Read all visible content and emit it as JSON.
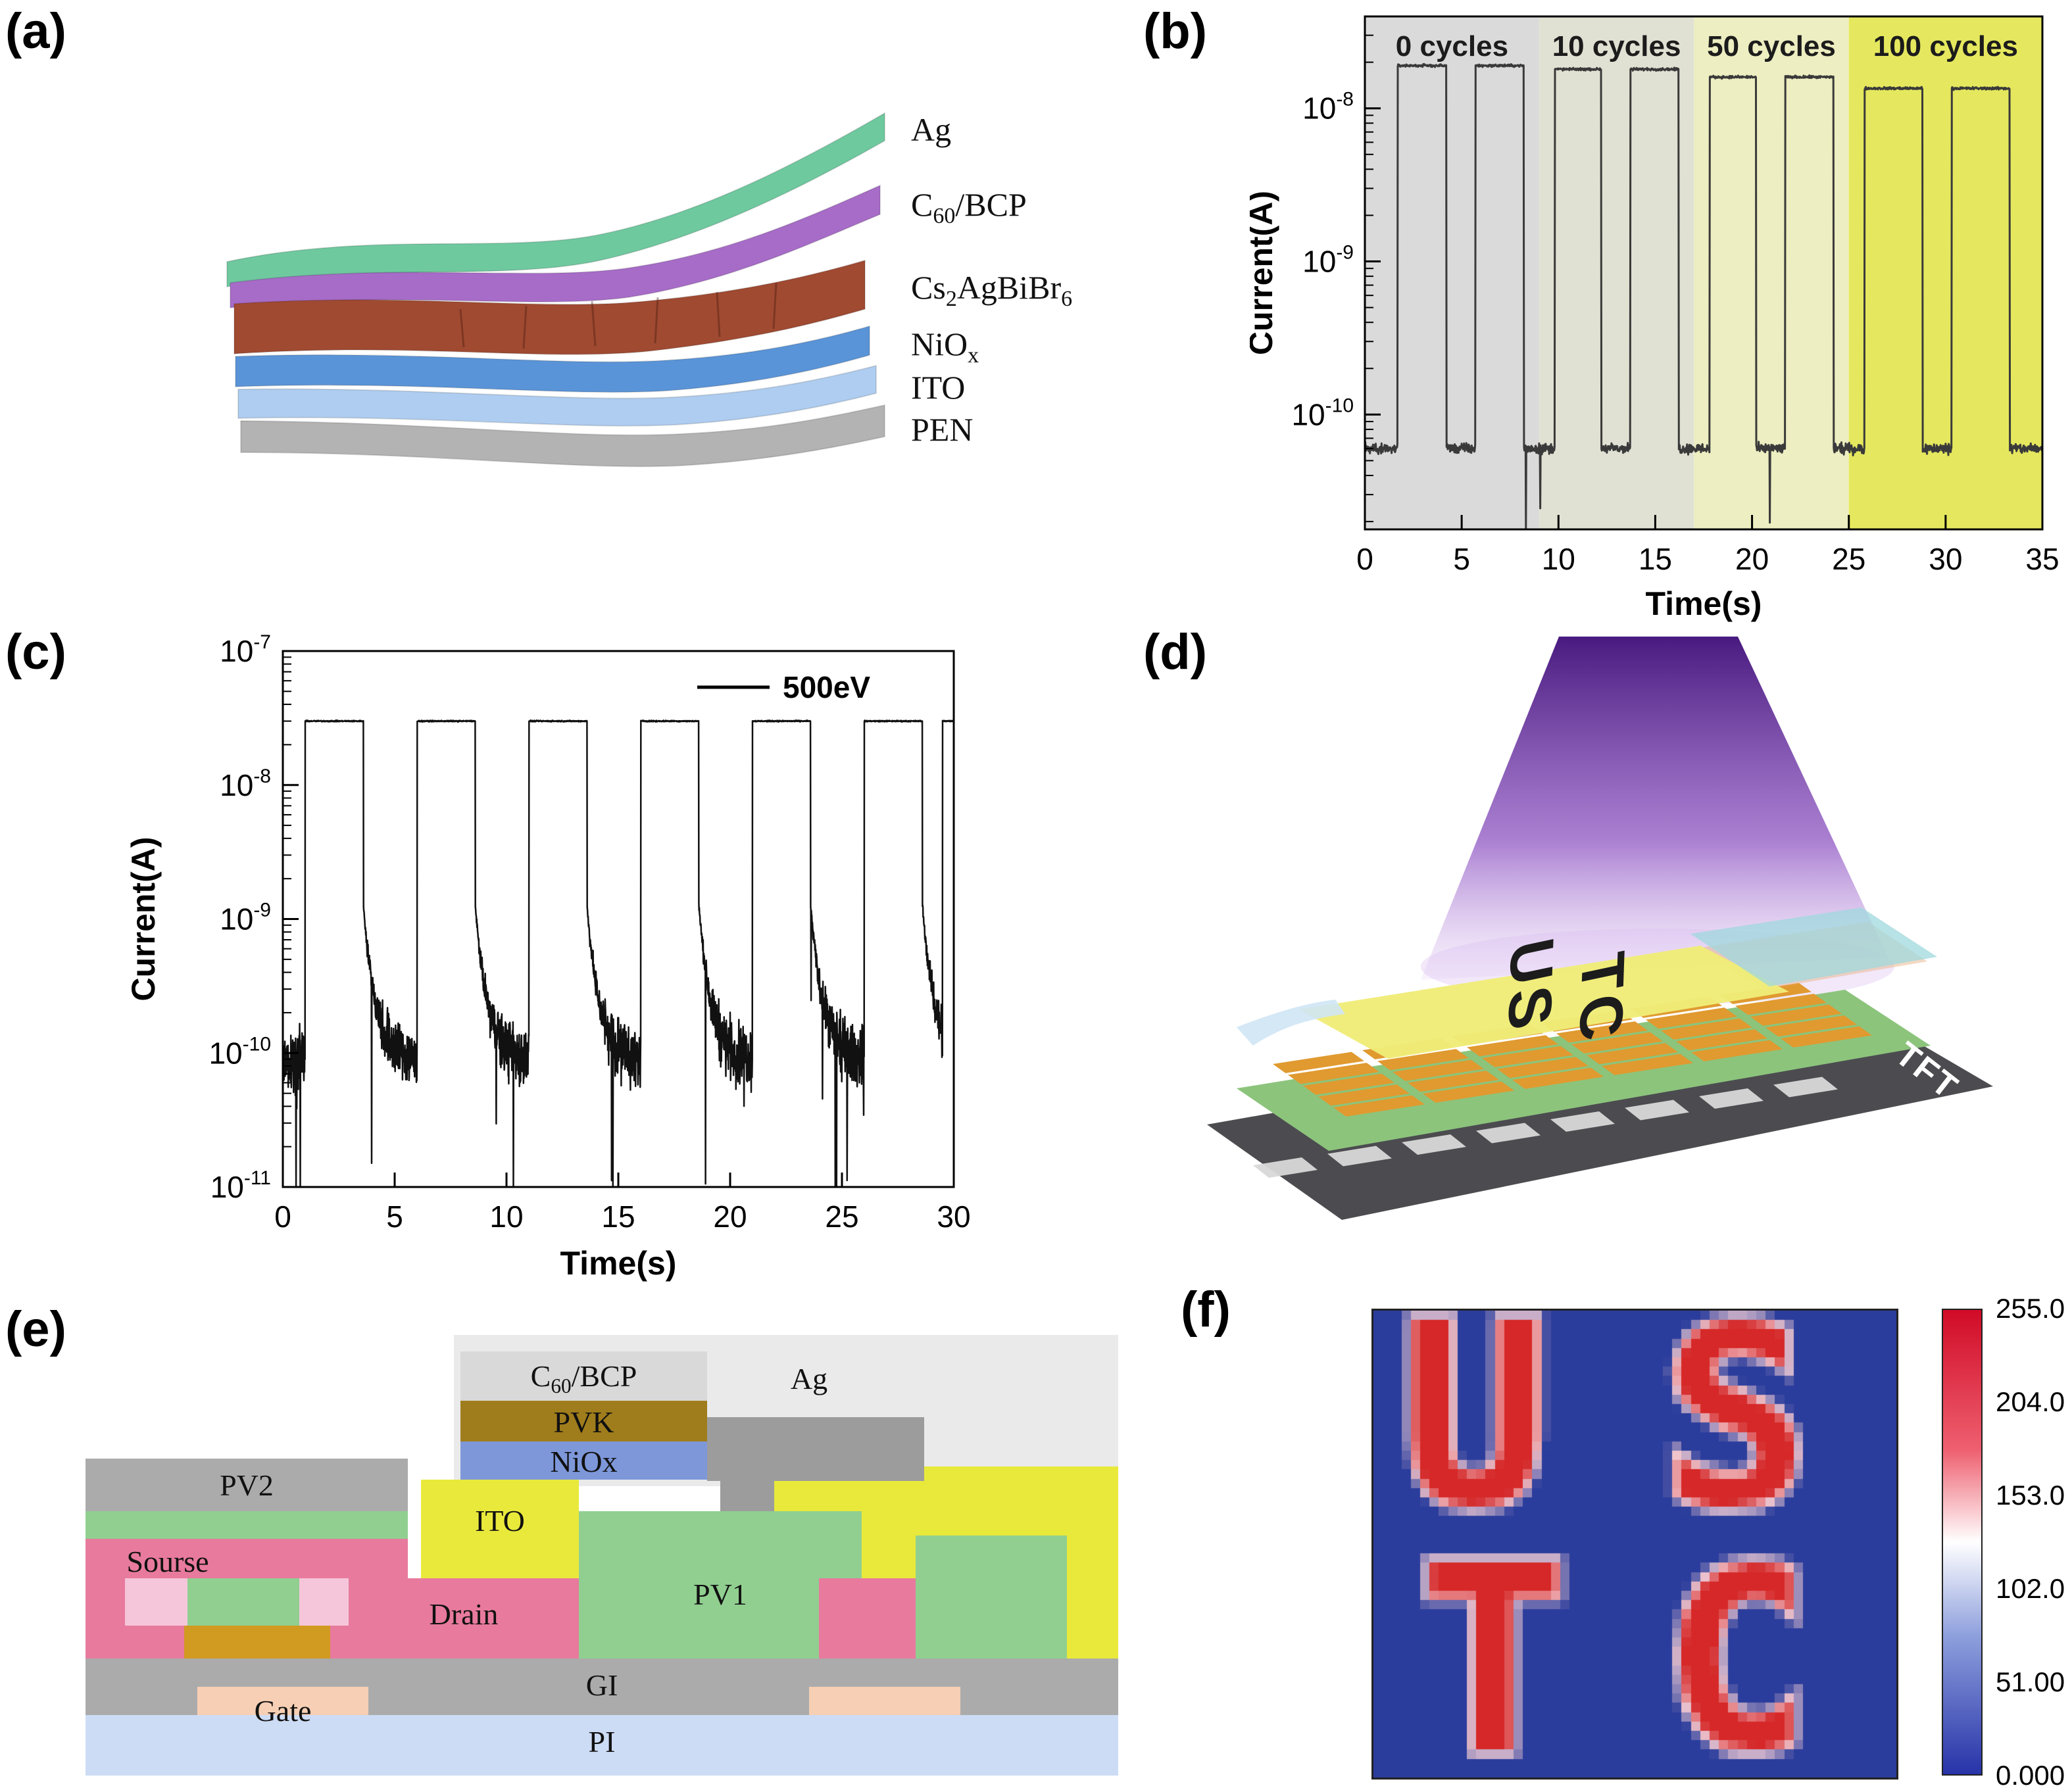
{
  "figure": {
    "bg": "#ffffff",
    "panel_labels": {
      "a": "(a)",
      "b": "(b)",
      "c": "(c)",
      "d": "(d)",
      "e": "(e)",
      "f": "(f)"
    }
  },
  "panel_a": {
    "layers": [
      {
        "name": "Ag",
        "color": "#6fc99f",
        "label_parts": [
          {
            "t": "Ag"
          }
        ]
      },
      {
        "name": "C60-BCP",
        "color": "#a76cc8",
        "label_parts": [
          {
            "t": "C"
          },
          {
            "t": "60",
            "sub": true
          },
          {
            "t": "/BCP"
          }
        ]
      },
      {
        "name": "Cs2AgBiBr6",
        "color": "#a04a32",
        "label_parts": [
          {
            "t": "Cs"
          },
          {
            "t": "2",
            "sub": true
          },
          {
            "t": "AgBiBr"
          },
          {
            "t": "6",
            "sub": true
          }
        ]
      },
      {
        "name": "NiOx",
        "color": "#5a94d8",
        "label_parts": [
          {
            "t": "NiO"
          },
          {
            "t": "x",
            "sub": true
          }
        ]
      },
      {
        "name": "ITO",
        "color": "#aecdf0",
        "label_parts": [
          {
            "t": "ITO"
          }
        ]
      },
      {
        "name": "PEN",
        "color": "#b3b3b3",
        "label_parts": [
          {
            "t": "PEN"
          }
        ]
      }
    ]
  },
  "panel_d": {
    "device_label_line1": "US",
    "device_label_line2": "TC",
    "substrate_label": "TFT",
    "beam_colors": [
      "#41117a",
      "#8a4fc0"
    ]
  },
  "panel_e": {
    "colors": {
      "bg": "#eaeaea",
      "c60bcp": "#d9d9d9",
      "pvk": "#a07d1c",
      "niox": "#7d97d9",
      "ag_gray": "#9c9c9c",
      "pv2": "#ababab",
      "green": "#90cf90",
      "pink": "#e87a9e",
      "pink_light": "#f5c6da",
      "orange": "#d19a20",
      "yellow": "#e9e93c",
      "gi": "#ababab",
      "peach": "#f6cfb4",
      "pi": "#cddcf5"
    },
    "labels": {
      "c60bcp_parts": [
        {
          "t": "C"
        },
        {
          "t": "60",
          "sub": true
        },
        {
          "t": "/BCP"
        }
      ],
      "pvk": "PVK",
      "niox": "NiOx",
      "ag": "Ag",
      "pv2": "PV2",
      "sourse": "Sourse",
      "ito": "ITO",
      "drain": "Drain",
      "pv1": "PV1",
      "gi": "GI",
      "gate": "Gate",
      "pi": "PI"
    }
  },
  "chart_data": [
    {
      "id": "panel_b",
      "type": "line",
      "panel": "b",
      "xlabel": "Time(s)",
      "ylabel": "Current(A)",
      "x_range": [
        0,
        35
      ],
      "x_ticks": [
        0,
        5,
        10,
        15,
        20,
        25,
        30,
        35
      ],
      "y_scale": "log",
      "y_tick_exponents": [
        -8,
        -9,
        -10
      ],
      "y_range_log": [
        -7.4,
        -10.75
      ],
      "regions": [
        {
          "label": "0 cycles",
          "x0": 0,
          "x1": 9,
          "color": "#dadada"
        },
        {
          "label": "10 cycles",
          "x0": 9,
          "x1": 17,
          "color": "#e1e1d3"
        },
        {
          "label": "50 cycles",
          "x0": 17,
          "x1": 25,
          "color": "#edeec1"
        },
        {
          "label": "100 cycles",
          "x0": 25,
          "x1": 35,
          "color": "#e5e85e"
        }
      ],
      "baseline_A": 6e-11,
      "pulses": [
        {
          "t0": 1.7,
          "t1": 4.2,
          "amp_A": 1.9e-08
        },
        {
          "t0": 5.7,
          "t1": 8.2,
          "amp_A": 1.9e-08
        },
        {
          "t0": 9.8,
          "t1": 12.2,
          "amp_A": 1.8e-08
        },
        {
          "t0": 13.7,
          "t1": 16.2,
          "amp_A": 1.8e-08
        },
        {
          "t0": 17.8,
          "t1": 20.2,
          "amp_A": 1.6e-08
        },
        {
          "t0": 21.7,
          "t1": 24.2,
          "amp_A": 1.6e-08
        },
        {
          "t0": 25.8,
          "t1": 28.8,
          "amp_A": 1.35e-08
        },
        {
          "t0": 30.3,
          "t1": 33.3,
          "amp_A": 1.35e-08
        }
      ],
      "line_color": "#3a3a3a"
    },
    {
      "id": "panel_c",
      "type": "line",
      "panel": "c",
      "legend": "500eV",
      "xlabel": "Time(s)",
      "ylabel": "Current(A)",
      "x_range": [
        0,
        30
      ],
      "x_ticks": [
        0,
        5,
        10,
        15,
        20,
        25,
        30
      ],
      "y_scale": "log",
      "y_tick_exponents": [
        -7,
        -8,
        -9,
        -10,
        -11
      ],
      "y_range_log": [
        -7,
        -11
      ],
      "baseline_A": 9e-11,
      "off_decay": {
        "start": 1.15,
        "tau": 0.55
      },
      "pulses": [
        {
          "t0": 1.0,
          "t1": 3.6,
          "amp_A": 3e-08
        },
        {
          "t0": 6.0,
          "t1": 8.6,
          "amp_A": 3e-08
        },
        {
          "t0": 11.0,
          "t1": 13.6,
          "amp_A": 3e-08
        },
        {
          "t0": 16.0,
          "t1": 18.6,
          "amp_A": 3e-08
        },
        {
          "t0": 21.0,
          "t1": 23.6,
          "amp_A": 3e-08
        },
        {
          "t0": 26.0,
          "t1": 28.6,
          "amp_A": 3e-08
        },
        {
          "t0": 29.5,
          "t1": 30.01,
          "amp_A": 3e-08
        }
      ],
      "line_color": "#111111"
    },
    {
      "id": "panel_f",
      "type": "heatmap",
      "panel": "f",
      "letters": [
        "U",
        "S",
        "T",
        "C"
      ],
      "value_range": [
        0,
        255
      ],
      "colorbar_ticks": [
        "255.0",
        "204.0",
        "153.0",
        "102.0",
        "51.00",
        "0.000"
      ],
      "colors": {
        "background": "#2b3d9c",
        "letters": "#d62828",
        "letter_edge": "#f3cdd4",
        "bar_top": "#d10b27",
        "bar_mid": "#ffffff",
        "bar_bottom": "#2733a8"
      }
    }
  ]
}
